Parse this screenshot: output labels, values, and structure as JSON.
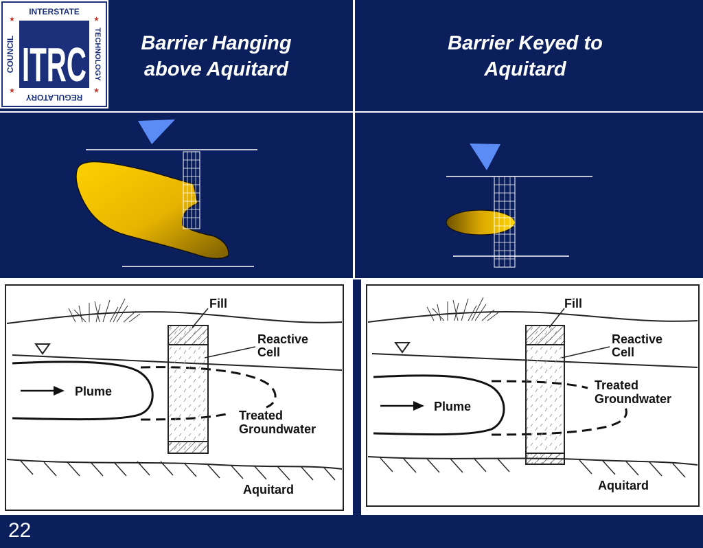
{
  "logo": {
    "top_text": "INTERSTATE",
    "left_text": "COUNCIL",
    "right_text": "TECHNOLOGY",
    "bottom_text": "REGULATORY",
    "center_text": "ITRC"
  },
  "left_panel": {
    "title": "Barrier Hanging\nabove Aquitard"
  },
  "right_panel": {
    "title": "Barrier Keyed to\nAquitard"
  },
  "left_diagram": {
    "fill_label": "Fill",
    "reactive_label_1": "Reactive",
    "reactive_label_2": "Cell",
    "plume_label": "Plume",
    "treated_label_1": "Treated",
    "treated_label_2": "Groundwater",
    "aquitard_label": "Aquitard"
  },
  "right_diagram": {
    "fill_label": "Fill",
    "reactive_label_1": "Reactive",
    "reactive_label_2": "Cell",
    "plume_label": "Plume",
    "treated_label_1": "Treated",
    "treated_label_2": "Groundwater",
    "aquitard_label": "Aquitard"
  },
  "colors": {
    "background": "#0b1f5c",
    "water_table_marker": "#5b8cf5",
    "plume_gold": "#f2c200",
    "plume_dark": "#8a6a00",
    "barrier_grid": "#ffffff"
  },
  "slide_number": "22"
}
